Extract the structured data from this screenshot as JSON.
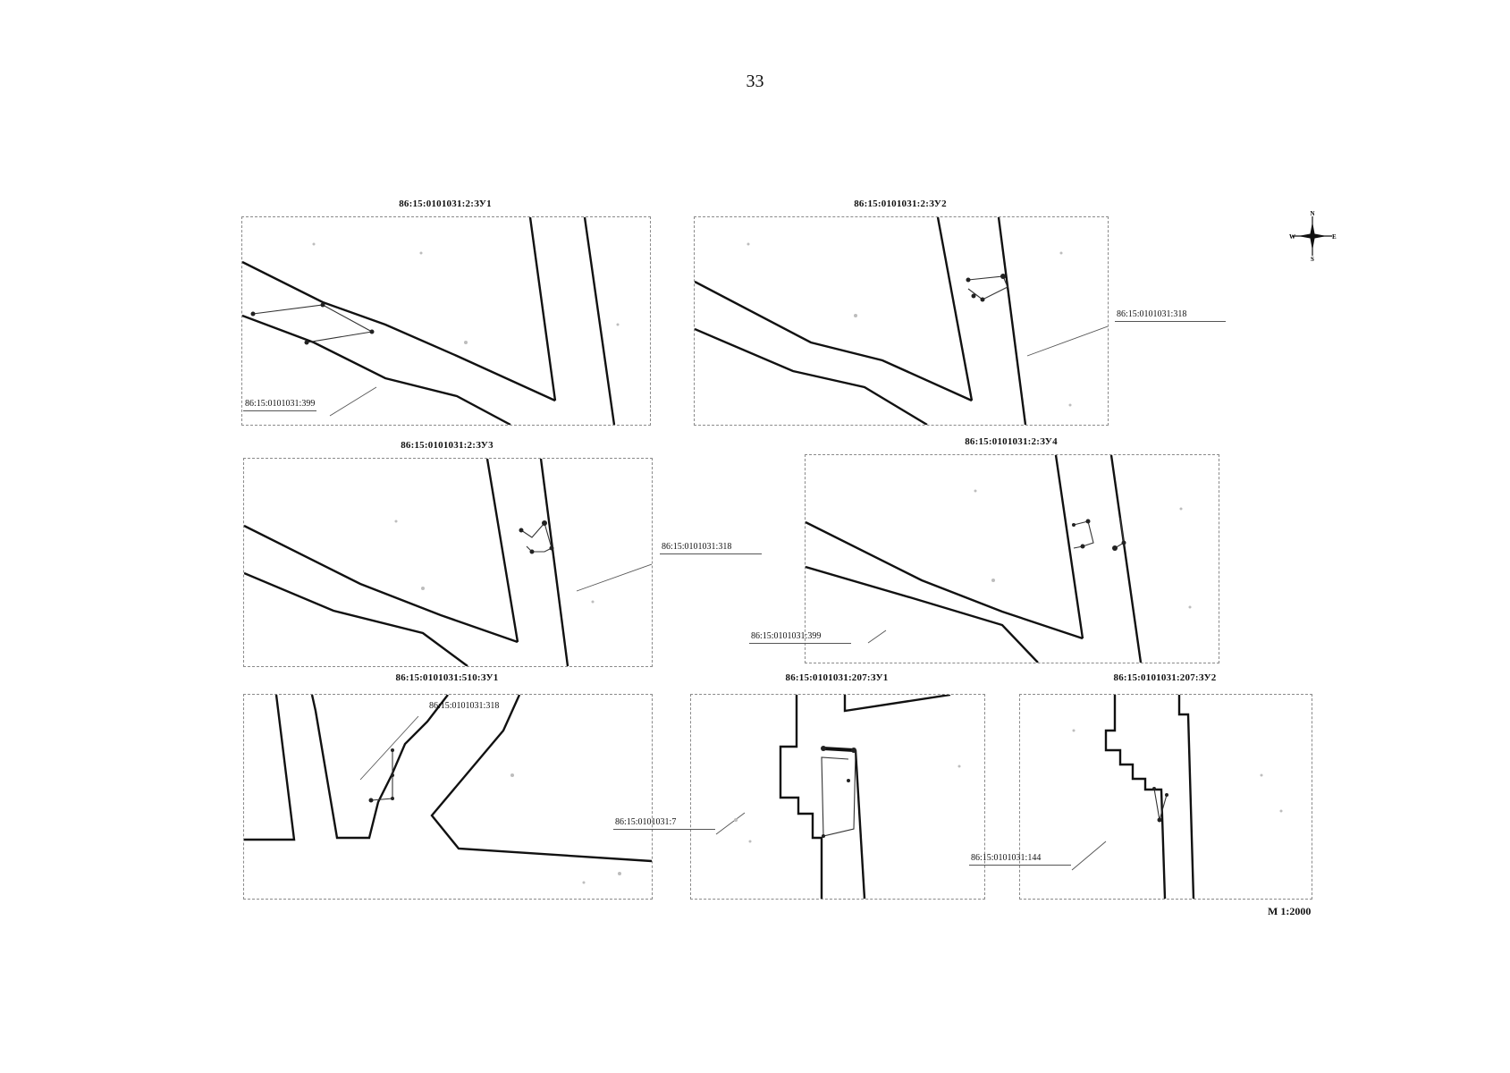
{
  "page_number": "33",
  "compass": {
    "n": "N",
    "s": "S",
    "w": "W",
    "e": "E",
    "icon": "compass-rose-icon"
  },
  "scale_label": "M 1:2000",
  "panels": [
    {
      "title": "86:15:0101031:2:ЗУ1",
      "callouts": [
        "86:15:0101031:399"
      ]
    },
    {
      "title": "86:15:0101031:2:ЗУ2",
      "callouts": [
        "86:15:0101031:318"
      ]
    },
    {
      "title": "86:15:0101031:2:ЗУ3",
      "callouts": [
        "86:15:0101031:318"
      ]
    },
    {
      "title": "86:15:0101031:2:ЗУ4",
      "callouts": [
        "86:15:0101031:399"
      ]
    },
    {
      "title": "86:15:0101031:510:ЗУ1",
      "callouts": [
        "86:15:0101031:318"
      ]
    },
    {
      "title": "86:15:0101031:207:ЗУ1",
      "callouts": [
        "86:15:0101031:7"
      ]
    },
    {
      "title": "86:15:0101031:207:ЗУ2",
      "callouts": [
        "86:15:0101031:144"
      ]
    }
  ]
}
